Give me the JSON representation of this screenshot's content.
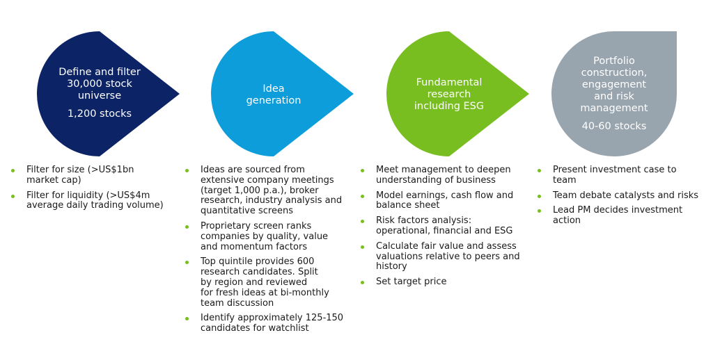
{
  "stages": [
    {
      "title": "Define and filter\n30,000 stock\nuniverse",
      "count": "1,200 stocks",
      "color": "#0c2466",
      "shape": "teardrop-right",
      "bullets": [
        "Filter for size (>US$1bn\nmarket cap)",
        "Filter for liquidity (>US$4m\naverage daily trading volume)"
      ]
    },
    {
      "title": "Idea\ngeneration",
      "count": "",
      "color": "#0d9ddb",
      "shape": "teardrop-right",
      "bullets": [
        "Ideas are sourced from\nextensive company meetings\n(target 1,000 p.a.), broker\nresearch, industry analysis and\nquantitative screens",
        "Proprietary screen ranks\ncompanies by quality, value\nand momentum factors",
        "Top quintile provides 600\nresearch candidates. Split\nby region and reviewed\nfor fresh ideas at bi-monthly\nteam discussion",
        "Identify approximately 125-150\ncandidates for watchlist"
      ]
    },
    {
      "title": "Fundamental\nresearch\nincluding ESG",
      "count": "",
      "color": "#78be20",
      "shape": "teardrop-right",
      "bullets": [
        "Meet management to deepen\nunderstanding of business",
        "Model earnings, cash flow and\nbalance sheet",
        "Risk factors analysis:\noperational, financial and ESG",
        "Calculate fair value and assess\nvaluations relative to peers and\nhistory",
        "Set target price"
      ]
    },
    {
      "title": "Portfolio\nconstruction,\nengagement\nand risk\nmanagement",
      "count": "40-60 stocks",
      "color": "#98a4ae",
      "shape": "teardrop-top-right",
      "bullets": [
        "Present investment case to\nteam",
        "Team debate catalysts and risks",
        "Lead PM decides investment\naction"
      ]
    }
  ],
  "bullet_color": "#78be20",
  "text_color": "#1a1a1a"
}
